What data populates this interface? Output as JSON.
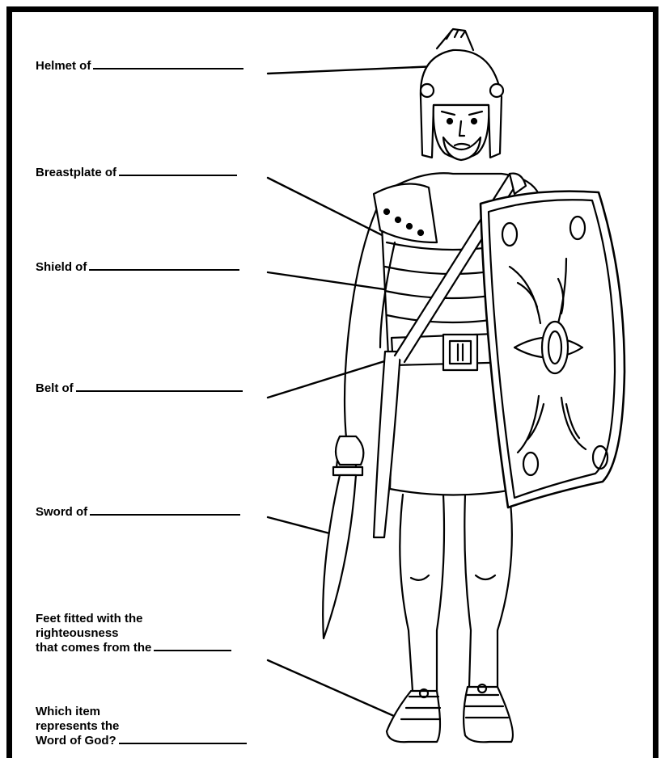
{
  "worksheet": {
    "items": [
      {
        "label": "Helmet of"
      },
      {
        "label": "Breastplate of"
      },
      {
        "label": "Shield of"
      },
      {
        "label": "Belt of"
      },
      {
        "label": "Sword of"
      },
      {
        "lines": [
          "Feet fitted with the",
          "righteousness",
          "that comes from the"
        ]
      },
      {
        "lines": [
          "Which item",
          "represents the",
          "Word of God?"
        ]
      }
    ]
  },
  "illustration": {
    "subject": "roman-soldier-armor-of-god",
    "stroke_color": "#000000",
    "fill_color": "#ffffff"
  }
}
